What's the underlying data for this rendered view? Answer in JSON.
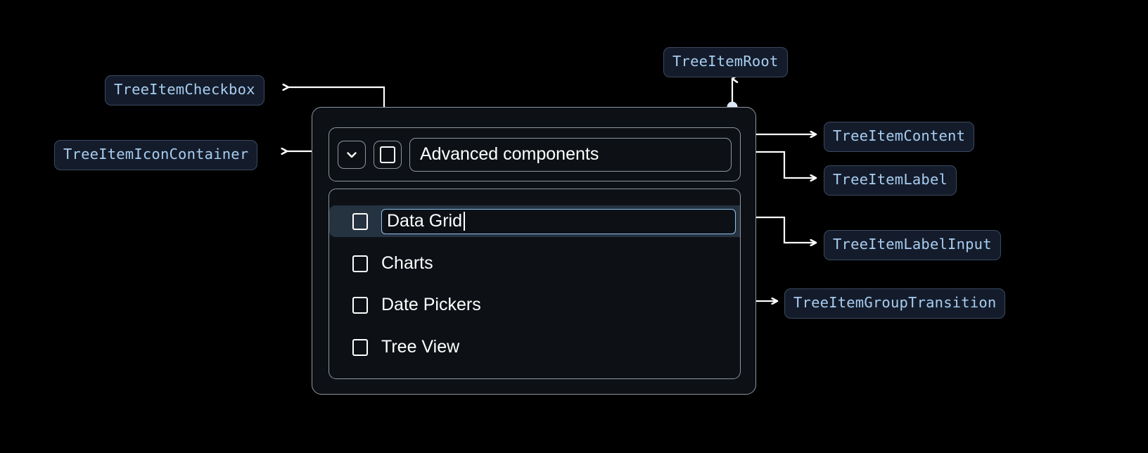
{
  "background": "#000000",
  "accent": "#a8cdf0",
  "chip_bg": "#141c2b",
  "chip_border": "#3a4a60",
  "selected_row_bg": "#253240",
  "input_border": "#8ec0ec",
  "annotations": [
    {
      "id": "tree-item-checkbox",
      "label": "TreeItemCheckbox",
      "side": "left"
    },
    {
      "id": "tree-item-icon-container",
      "label": "TreeItemIconContainer",
      "side": "left"
    },
    {
      "id": "tree-item-root",
      "label": "TreeItemRoot",
      "side": "top"
    },
    {
      "id": "tree-item-content",
      "label": "TreeItemContent",
      "side": "right"
    },
    {
      "id": "tree-item-label",
      "label": "TreeItemLabel",
      "side": "right"
    },
    {
      "id": "tree-item-label-input",
      "label": "TreeItemLabelInput",
      "side": "right"
    },
    {
      "id": "tree-item-group-transition",
      "label": "TreeItemGroupTransition",
      "side": "right"
    }
  ],
  "widget": {
    "icon": "chevron-down-icon",
    "checkbox": "unchecked-checkbox-icon",
    "root_label": "Advanced components",
    "items": [
      {
        "label": "Data Grid",
        "editing": true,
        "checked": false,
        "selected": true
      },
      {
        "label": "Charts",
        "editing": false,
        "checked": false,
        "selected": false
      },
      {
        "label": "Date Pickers",
        "editing": false,
        "checked": false,
        "selected": false
      },
      {
        "label": "Tree View",
        "editing": false,
        "checked": false,
        "selected": false
      }
    ]
  }
}
